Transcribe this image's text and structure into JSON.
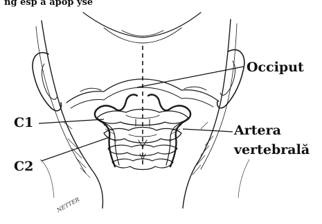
{
  "figure": {
    "heading_fragment": "ng  esp   a apop yse",
    "labels": {
      "occiput": "Occiput",
      "c1": "C1",
      "c2": "C2",
      "artera_line1": "Artera",
      "artera_line2": "vertebrală"
    },
    "signature": "NETTER"
  }
}
